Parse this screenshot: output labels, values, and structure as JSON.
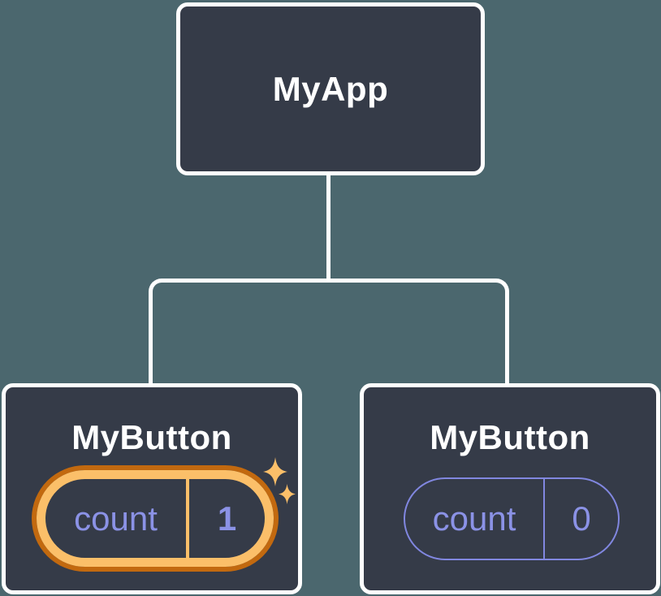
{
  "diagram": {
    "description": "React component tree showing isolated state",
    "root": {
      "title": "MyApp"
    },
    "children": [
      {
        "title": "MyButton",
        "state": {
          "label": "count",
          "value": "1",
          "highlighted": true
        }
      },
      {
        "title": "MyButton",
        "state": {
          "label": "count",
          "value": "0",
          "highlighted": false
        }
      }
    ]
  },
  "colors": {
    "background": "#4b676e",
    "node_fill": "#353b48",
    "node_border": "#ffffff",
    "connector": "#ffffff",
    "title_text": "#ffffff",
    "state_text": "#8b92e6",
    "state_outline": "#8187e0",
    "highlight_ring_outer": "#c2690f",
    "highlight_ring_inner": "#fbbf69",
    "sparkle": "#fbbf69"
  },
  "icons": {
    "sparkle_large": "four-point-star",
    "sparkle_small": "four-point-star"
  }
}
